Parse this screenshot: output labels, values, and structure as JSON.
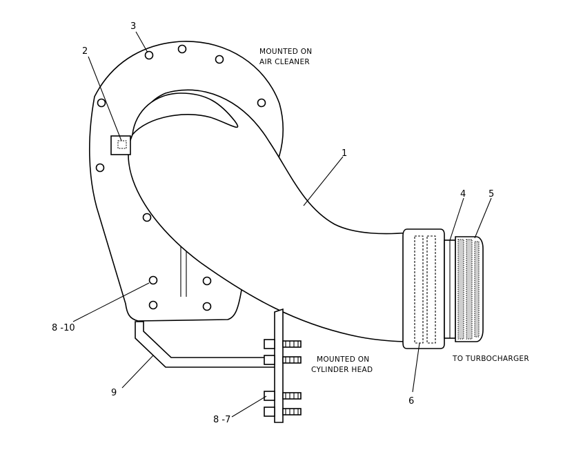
{
  "callouts": {
    "c1": "1",
    "c2": "2",
    "c3": "3",
    "c4": "4",
    "c5": "5",
    "c6": "6",
    "c9": "9",
    "c8_10": "8 -10",
    "c8_7": "8 -7"
  },
  "notes": {
    "air_cleaner_line1": "MOUNTED ON",
    "air_cleaner_line2": "AIR CLEANER",
    "cylinder_head_line1": "MOUNTED ON",
    "cylinder_head_line2": "CYLINDER HEAD",
    "turbocharger": "TO TURBOCHARGER"
  }
}
